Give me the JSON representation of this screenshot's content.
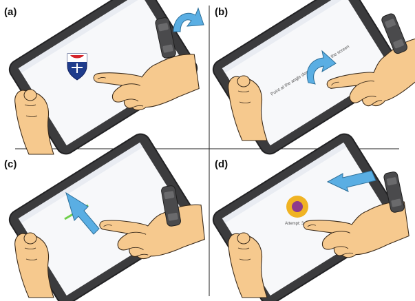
{
  "panels": [
    {
      "id": "a",
      "label": "(a)",
      "description_gesture": "rotate-wrist"
    },
    {
      "id": "b",
      "label": "(b)",
      "screen_text": "Point at the angle demonstrated on the screen",
      "description_gesture": "swipe-curve"
    },
    {
      "id": "c",
      "label": "(c)",
      "description_gesture": "pointing-arrow"
    },
    {
      "id": "d",
      "label": "(d)",
      "screen_text": "Attempt: 3",
      "description_gesture": "press-target"
    }
  ],
  "colors": {
    "tablet_body": "#3b3b3d",
    "tablet_edge": "#222224",
    "screen": "#f7f8fa",
    "skin": "#f6c98e",
    "skin_outline": "#3a2a1a",
    "watch": "#4a4a4c",
    "arrow_blue": "#5aaee3",
    "target_outer": "#f0b323",
    "target_inner": "#8e3a8e",
    "divider": "#222222"
  },
  "icons": {
    "a_emblem": "shield-crest-icon",
    "a_arrow": "curved-arrow-icon",
    "b_arrow": "curved-arrow-icon",
    "c_arrow": "up-arrow-icon",
    "d_arrow": "left-arrow-icon",
    "d_target": "target-circle-icon"
  }
}
